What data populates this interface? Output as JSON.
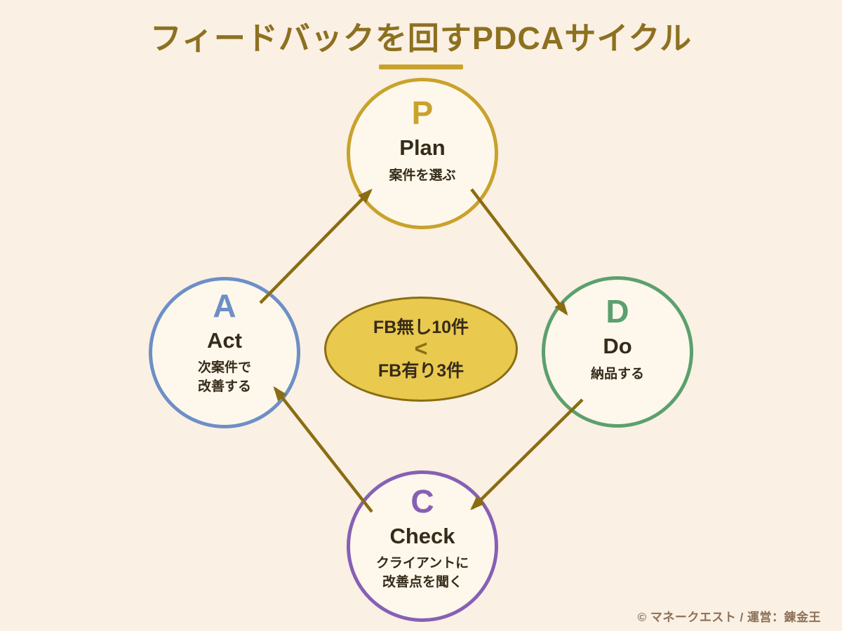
{
  "title": {
    "text": "フィードバックを回すPDCAサイクル"
  },
  "nodes": [
    {
      "id": "plan",
      "letter": "P",
      "name": "Plan",
      "desc1": "案件を選ぶ",
      "desc2": "",
      "color": "#C9A22C"
    },
    {
      "id": "do",
      "letter": "D",
      "name": "Do",
      "desc1": "納品する",
      "desc2": "",
      "color": "#5BA06E"
    },
    {
      "id": "check",
      "letter": "C",
      "name": "Check",
      "desc1": "クライアントに",
      "desc2": "改善点を聞く",
      "color": "#8660B5"
    },
    {
      "id": "act",
      "letter": "A",
      "name": "Act",
      "desc1": "次案件で",
      "desc2": "改善する",
      "color": "#6D8FC7"
    }
  ],
  "center_badge": {
    "line1": "FB無し10件",
    "comparator": "<",
    "line2": "FB有り3件",
    "fill": "#E9C94E",
    "border": "#8A6D12"
  },
  "arrows": {
    "color": "#8A6D12",
    "connections": [
      "act→plan",
      "plan→do",
      "do→check",
      "check→act"
    ]
  },
  "footer": {
    "text": "© マネークエスト / 運営：錬金王"
  },
  "colors": {
    "background": "#FAF0E3",
    "node_fill": "#FDF8EB",
    "title": "#8D7020",
    "underline": "#C9A22C",
    "dark_text": "#362B1A",
    "footer_text": "#8C7158"
  }
}
